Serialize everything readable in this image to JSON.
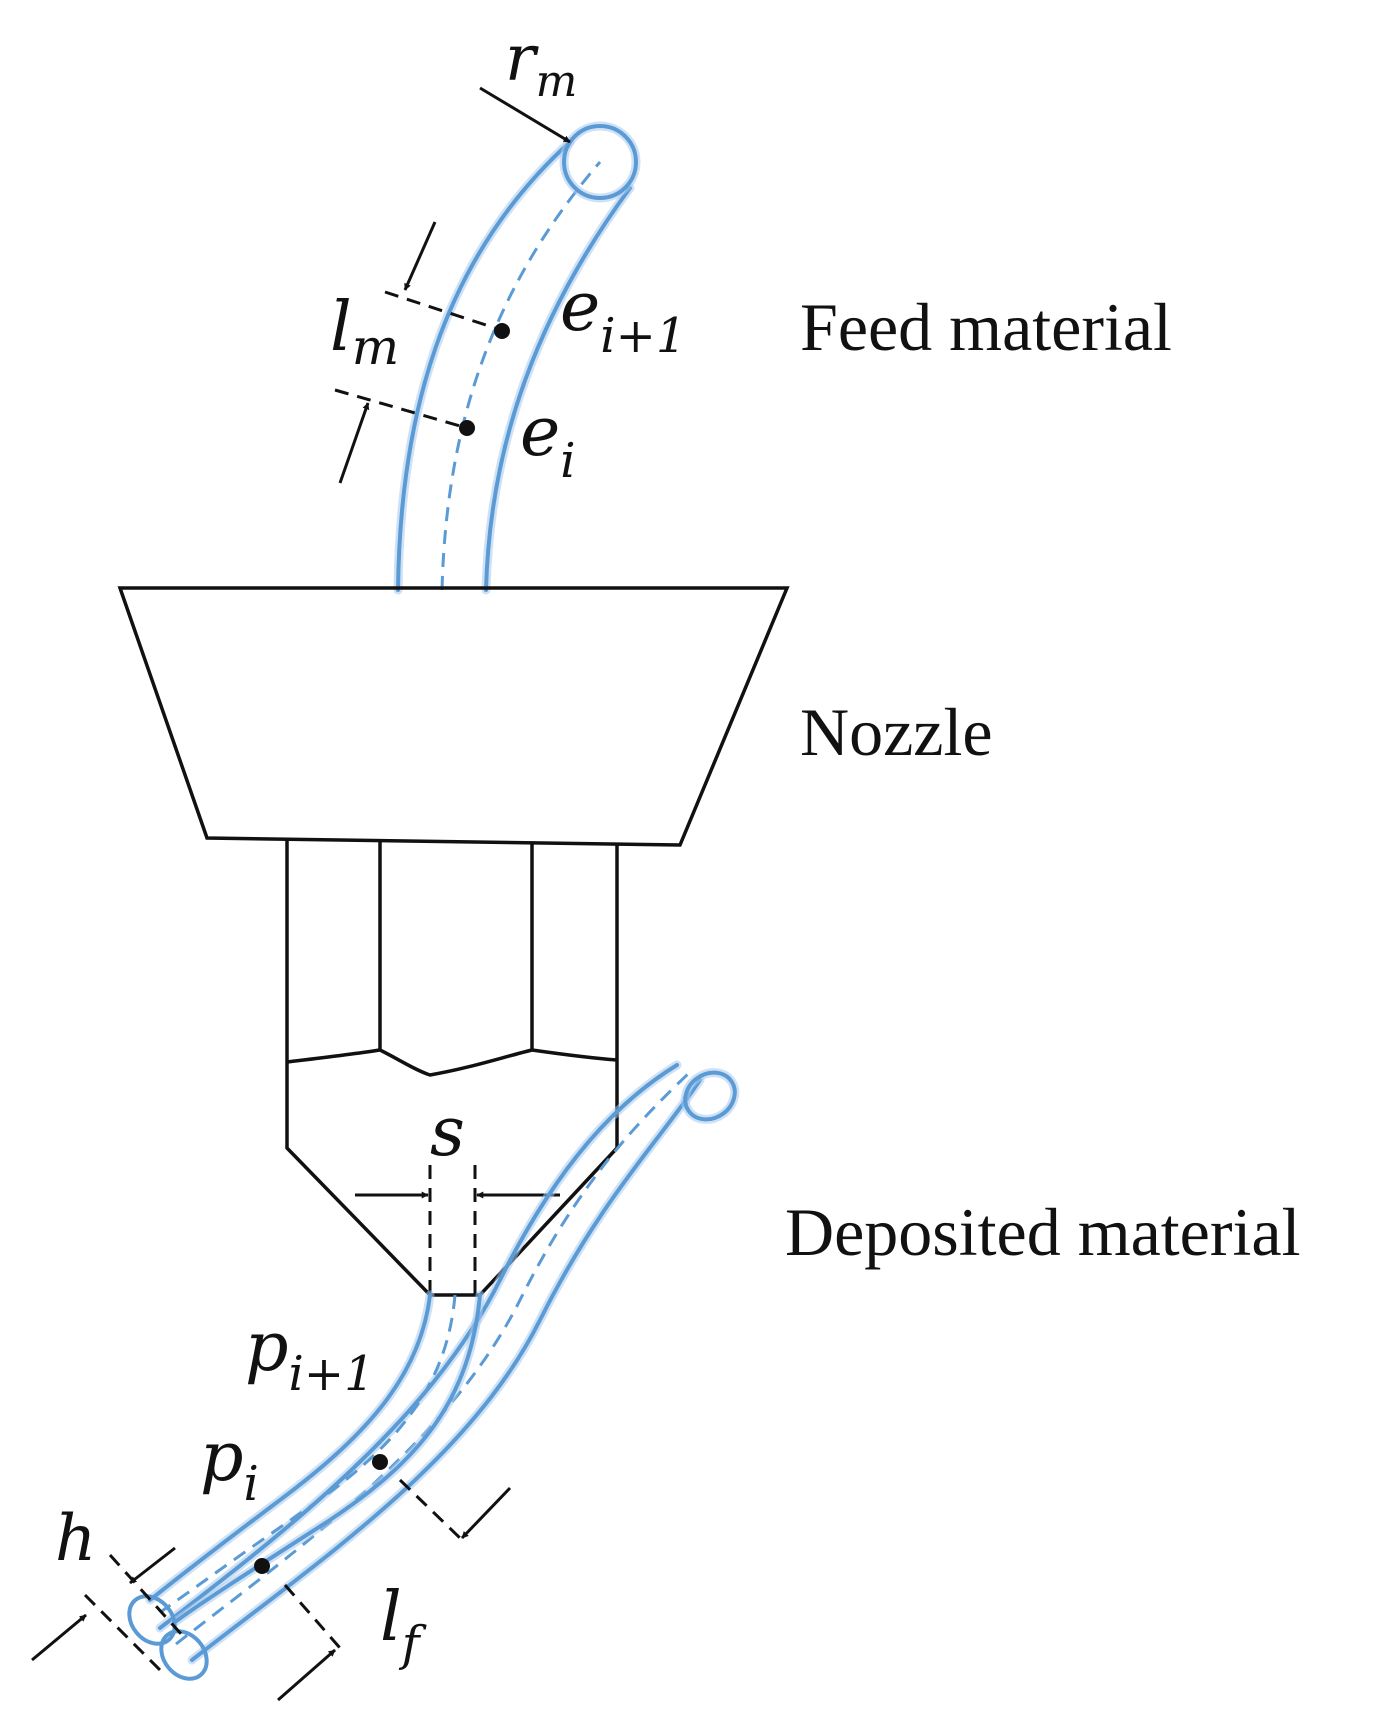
{
  "labels": {
    "feed_material": "Feed material",
    "nozzle": "Nozzle",
    "deposited_material": "Deposited material"
  },
  "symbols": {
    "r_m": {
      "base": "r",
      "sub": "m"
    },
    "l_m": {
      "base": "l",
      "sub": "m"
    },
    "e_i_plus_1": {
      "base": "e",
      "sub": "i+1"
    },
    "e_i": {
      "base": "e",
      "sub": "i"
    },
    "s": {
      "base": "s"
    },
    "p_i_plus_1": {
      "base": "p",
      "sub": "i+1"
    },
    "p_i": {
      "base": "p",
      "sub": "i"
    },
    "h": {
      "base": "h"
    },
    "l_f": {
      "base": "l",
      "sub": "f"
    }
  },
  "colors": {
    "filament": "#5b9bd5",
    "ink": "#111111"
  }
}
